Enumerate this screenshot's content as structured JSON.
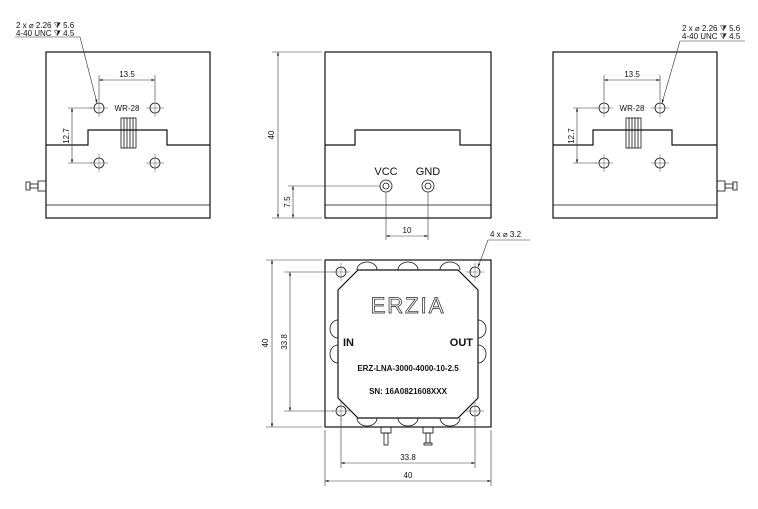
{
  "left_view": {
    "hole_note_line1": "2 x ⌀ 2.26 ⧩ 5.6",
    "hole_note_line2": "4-40 UNC ⧩ 4.5",
    "dim_hole_spacing": "13.5",
    "dim_hole_vertical": "12.7",
    "waveguide_label": "WR-28"
  },
  "front_view": {
    "dim_height": "40",
    "dim_connector_height": "7.5",
    "dim_connector_spacing": "10",
    "vcc_label": "VCC",
    "gnd_label": "GND"
  },
  "right_view": {
    "hole_note_line1": "2 x ⌀ 2.26 ⧩ 5.6",
    "hole_note_line2": "4-40 UNC ⧩ 4.5",
    "dim_hole_spacing": "13.5",
    "dim_hole_vertical": "12.7",
    "waveguide_label": "WR-28"
  },
  "top_view": {
    "mount_hole_note": "4 x ⌀ 3.2",
    "logo": "ERZIA",
    "in_label": "IN",
    "out_label": "OUT",
    "part_number": "ERZ-LNA-3000-4000-10-2.5",
    "serial_number": "SN: 16A0821608XXX",
    "dim_height": "40",
    "dim_hole_vertical": "33.8",
    "dim_hole_horizontal": "33.8",
    "dim_width": "40"
  }
}
